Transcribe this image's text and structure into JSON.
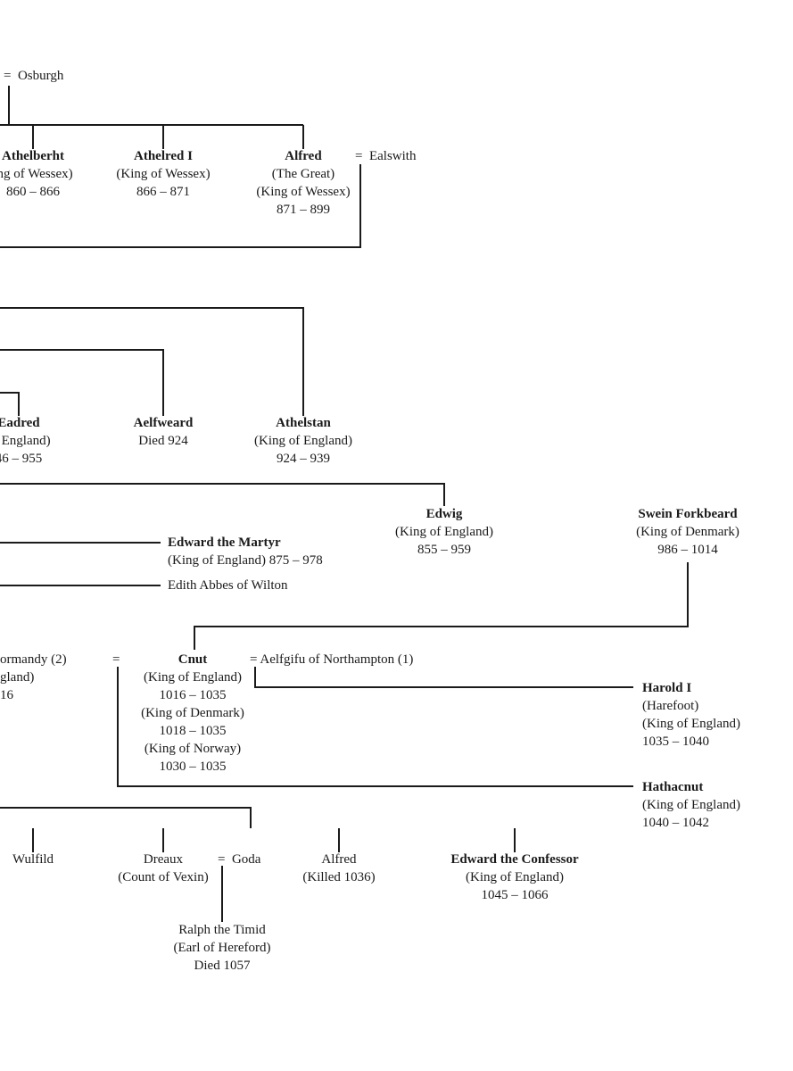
{
  "people": {
    "osburgh": {
      "spouse_mark": "=",
      "name": "Osburgh"
    },
    "athelberht": {
      "name": "Athelberht",
      "title": "ing of Wessex)",
      "dates": "860 – 866"
    },
    "athelred_i": {
      "name": "Athelred I",
      "title": "(King of Wessex)",
      "dates": "866 – 871"
    },
    "alfred": {
      "name": "Alfred",
      "epithet": "(The Great)",
      "title": "(King of Wessex)",
      "dates": "871 – 899"
    },
    "ealswith": {
      "spouse_mark": "=",
      "name": "Ealswith"
    },
    "eadred": {
      "name": "Eadred",
      "title": "of England)",
      "dates": "46 – 955"
    },
    "aelfweard": {
      "name": "Aelfweard",
      "note": "Died 924"
    },
    "athelstan": {
      "name": "Athelstan",
      "title": "(King of England)",
      "dates": "924 – 939"
    },
    "edwig": {
      "name": "Edwig",
      "title": "(King of England)",
      "dates": "855 – 959"
    },
    "swein": {
      "name": "Swein Forkbeard",
      "title": "(King of Denmark)",
      "dates": "986 – 1014"
    },
    "edward_martyr": {
      "name": "Edward the Martyr",
      "title": "(King of England) 875 – 978"
    },
    "edith": {
      "name": "Edith Abbes of Wilton"
    },
    "emma": {
      "line1": "ormandy (2)",
      "line2": "gland)",
      "line3": "16",
      "spouse_mark": "="
    },
    "cnut": {
      "name": "Cnut",
      "reign1": "(King of England)",
      "dates1": "1016 – 1035",
      "reign2": "(King of Denmark)",
      "dates2": "1018 – 1035",
      "reign3": "(King of Norway)",
      "dates3": "1030 – 1035"
    },
    "aelfgifu": {
      "text": "= Aelfgifu of Northampton (1)"
    },
    "harold_i": {
      "name": "Harold I",
      "epithet": "(Harefoot)",
      "title": "(King of England)",
      "dates": "1035 – 1040"
    },
    "hathacnut": {
      "name": "Hathacnut",
      "title": "(King of England)",
      "dates": "1040 – 1042"
    },
    "wulfild": {
      "name": "Wulfild"
    },
    "dreaux": {
      "name": "Dreaux",
      "title": "(Count of Vexin)"
    },
    "goda": {
      "spouse_mark": "=",
      "name": "Goda"
    },
    "alfred_ii": {
      "name": "Alfred",
      "note": "(Killed 1036)"
    },
    "edward_confessor": {
      "name": "Edward the Confessor",
      "title": "(King of England)",
      "dates": "1045 – 1066"
    },
    "ralph": {
      "name": "Ralph the Timid",
      "title": "(Earl of Hereford)",
      "note": "Died 1057"
    }
  }
}
